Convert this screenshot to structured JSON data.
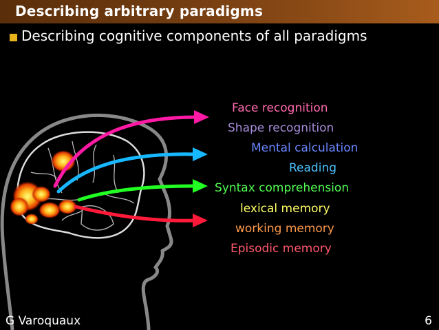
{
  "slide": {
    "title": "Describing arbitrary paradigms",
    "bullet": "Describing cognitive components of all paradigms"
  },
  "labels": [
    {
      "text": "Face recognition",
      "color": "#ff6ab0"
    },
    {
      "text": "Shape recognition",
      "color": "#a78bd8"
    },
    {
      "text": "Mental calculation",
      "color": "#6a86ff"
    },
    {
      "text": "Reading",
      "color": "#4cc4ff"
    },
    {
      "text": "Syntax comprehension",
      "color": "#52ff52"
    },
    {
      "text": "lexical memory",
      "color": "#ffff66"
    },
    {
      "text": "working memory",
      "color": "#ff9a4a"
    },
    {
      "text": "Episodic memory",
      "color": "#ff5a6a"
    }
  ],
  "arrows": [
    {
      "name": "magenta",
      "color": "#ff1aa6"
    },
    {
      "name": "cyan",
      "color": "#17b8ff"
    },
    {
      "name": "green",
      "color": "#22ff22"
    },
    {
      "name": "red",
      "color": "#ff1a3a"
    }
  ],
  "footer": {
    "author": "G Varoquaux",
    "page": "6"
  }
}
